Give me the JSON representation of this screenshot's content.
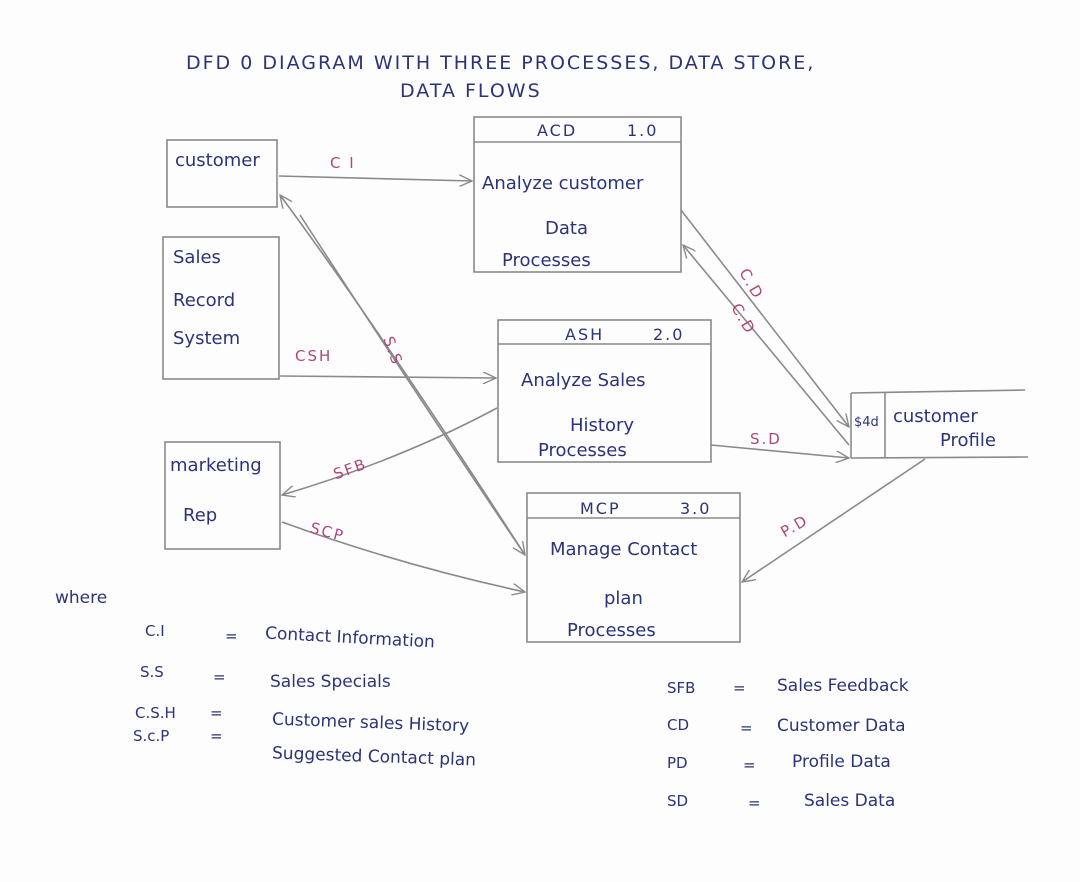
{
  "title": {
    "line1": "DFD 0 DIAGRAM WITH THREE PROCESSES, DATA STORE,",
    "line2": "DATA FLOWS"
  },
  "entities": {
    "customer": "customer",
    "sales_record": [
      "Sales",
      "Record",
      "System"
    ],
    "marketing_rep": [
      "marketing",
      "Rep"
    ]
  },
  "processes": [
    {
      "id": "ACD",
      "num": "1.0",
      "lines": [
        "Analyze customer",
        "Data",
        "Processes"
      ]
    },
    {
      "id": "ASH",
      "num": "2.0",
      "lines": [
        "Analyze Sales",
        "History",
        "Processes"
      ]
    },
    {
      "id": "MCP",
      "num": "3.0",
      "lines": [
        "Manage Contact",
        "plan",
        "Processes"
      ]
    }
  ],
  "data_store": {
    "id": "$4d",
    "lines": [
      "customer",
      "Profile"
    ]
  },
  "flows": {
    "ci": "C I",
    "csh": "CSH",
    "ss": "S.S",
    "sfb": "SFB",
    "scp": "SCP",
    "cd1": "C.D",
    "cd2": "C.D",
    "sd": "S.D",
    "pd": "P.D"
  },
  "legend": {
    "heading": "where",
    "left": [
      {
        "abbr": "C.I",
        "eq": "=",
        "meaning": "Contact Information"
      },
      {
        "abbr": "S.S",
        "eq": "=",
        "meaning": "Sales Specials"
      },
      {
        "abbr": "C.S.H",
        "eq": "=",
        "meaning": "Customer sales History"
      },
      {
        "abbr": "S.c.P",
        "eq": "=",
        "meaning": "Suggested Contact plan"
      }
    ],
    "right": [
      {
        "abbr": "SFB",
        "eq": "=",
        "meaning": "Sales Feedback"
      },
      {
        "abbr": "CD",
        "eq": "=",
        "meaning": "Customer Data"
      },
      {
        "abbr": "PD",
        "eq": "=",
        "meaning": "Profile Data"
      },
      {
        "abbr": "SD",
        "eq": "=",
        "meaning": "Sales Data"
      }
    ]
  }
}
